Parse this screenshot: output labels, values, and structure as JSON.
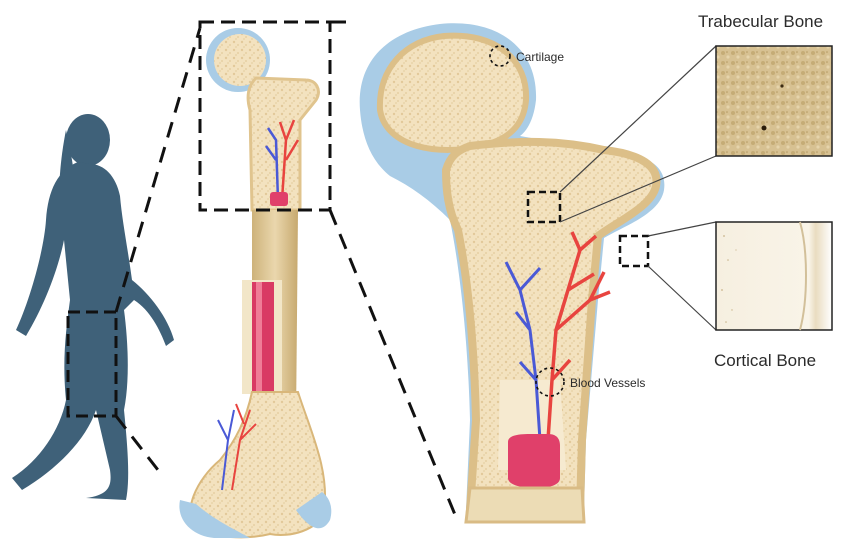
{
  "labels": {
    "cartilage": "Cartilage",
    "blood_vessels": "Blood Vessels",
    "trabecular_bone": "Trabecular Bone",
    "cortical_bone": "Cortical Bone"
  },
  "colors": {
    "silhouette": "#3f6179",
    "bone": "#e8d4a6",
    "bone_edge": "#d9b77a",
    "spongy": "#f3e3c2",
    "cartilage": "#a9cce6",
    "marrow": "#e0406a",
    "artery": "#e8443f",
    "vein": "#4a59d6"
  }
}
